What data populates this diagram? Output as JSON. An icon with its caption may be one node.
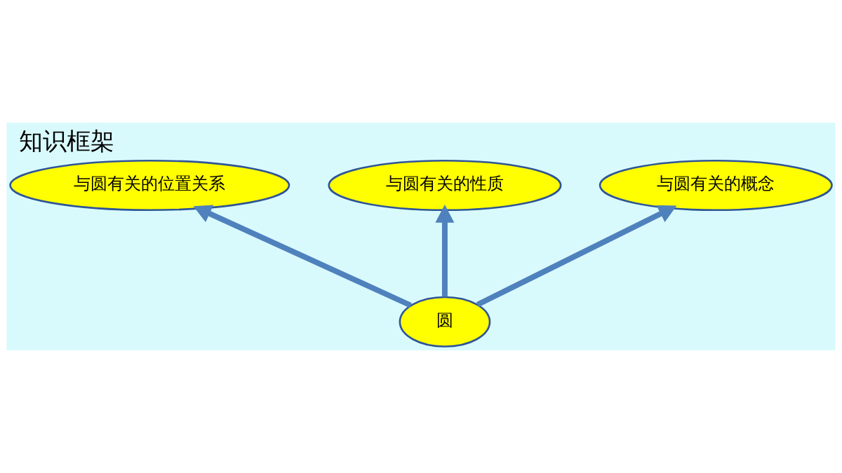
{
  "diagram": {
    "title": "知识框架",
    "nodes": [
      {
        "text": [
          "与圆有关的性质"
        ]
      },
      {
        "text": [
          "与圆有关的位置关系"
        ]
      },
      {
        "text": [
          "与圆有关的概念"
        ]
      },
      {
        "text": [
          "圆"
        ]
      }
    ],
    "edges": [
      {
        "from": 3,
        "to": 1,
        "arrow": "to"
      },
      {
        "from": 3,
        "to": 0,
        "arrow": "to"
      },
      {
        "from": 3,
        "to": 2,
        "arrow": "to"
      }
    ]
  }
}
